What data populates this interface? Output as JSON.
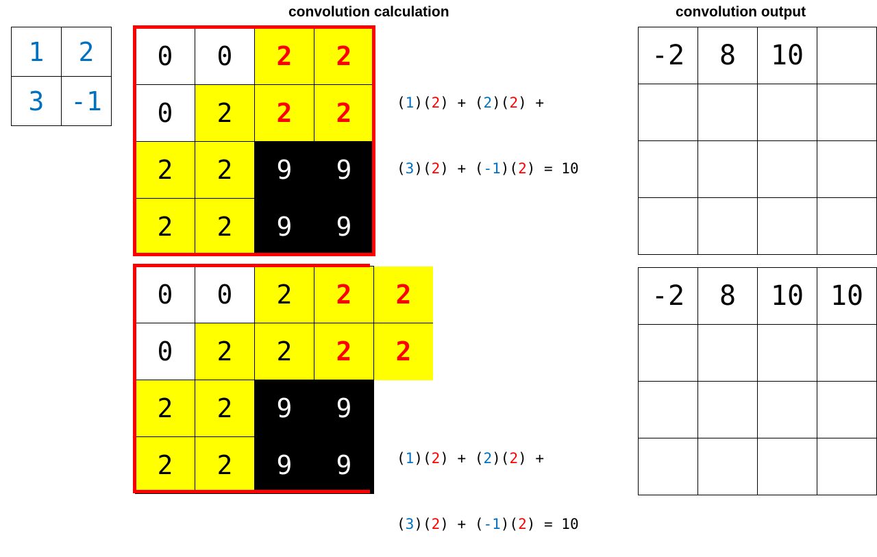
{
  "titles": {
    "calculation": "convolution calculation",
    "output": "convolution output"
  },
  "kernel": [
    [
      "1",
      "2"
    ],
    [
      "3",
      "-1"
    ]
  ],
  "input_top": [
    [
      "0",
      "0",
      "2",
      "2"
    ],
    [
      "0",
      "2",
      "2",
      "2"
    ],
    [
      "2",
      "2",
      "9",
      "9"
    ],
    [
      "2",
      "2",
      "9",
      "9"
    ]
  ],
  "input_bottom": [
    [
      "0",
      "0",
      "2",
      "2",
      "2"
    ],
    [
      "0",
      "2",
      "2",
      "2",
      "2"
    ],
    [
      "2",
      "2",
      "9",
      "9",
      ""
    ],
    [
      "2",
      "2",
      "9",
      "9",
      ""
    ]
  ],
  "formula_top": {
    "line1": [
      {
        "t": "(",
        "c": "k"
      },
      {
        "t": "1",
        "c": "b"
      },
      {
        "t": ")(",
        "c": "k"
      },
      {
        "t": "2",
        "c": "r"
      },
      {
        "t": ") + (",
        "c": "k"
      },
      {
        "t": "2",
        "c": "b"
      },
      {
        "t": ")(",
        "c": "k"
      },
      {
        "t": "2",
        "c": "r"
      },
      {
        "t": ") +",
        "c": "k"
      }
    ],
    "line2": [
      {
        "t": "(",
        "c": "k"
      },
      {
        "t": "3",
        "c": "b"
      },
      {
        "t": ")(",
        "c": "k"
      },
      {
        "t": "2",
        "c": "r"
      },
      {
        "t": ") + (",
        "c": "k"
      },
      {
        "t": "-1",
        "c": "b"
      },
      {
        "t": ")(",
        "c": "k"
      },
      {
        "t": "2",
        "c": "r"
      },
      {
        "t": ") = 10",
        "c": "k"
      }
    ]
  },
  "formula_bottom": {
    "line1": [
      {
        "t": "(",
        "c": "k"
      },
      {
        "t": "1",
        "c": "b"
      },
      {
        "t": ")(",
        "c": "k"
      },
      {
        "t": "2",
        "c": "r"
      },
      {
        "t": ") + (",
        "c": "k"
      },
      {
        "t": "2",
        "c": "b"
      },
      {
        "t": ")(",
        "c": "k"
      },
      {
        "t": "2",
        "c": "r"
      },
      {
        "t": ") +",
        "c": "k"
      }
    ],
    "line2": [
      {
        "t": "(",
        "c": "k"
      },
      {
        "t": "3",
        "c": "b"
      },
      {
        "t": ")(",
        "c": "k"
      },
      {
        "t": "2",
        "c": "r"
      },
      {
        "t": ") + (",
        "c": "k"
      },
      {
        "t": "-1",
        "c": "b"
      },
      {
        "t": ")(",
        "c": "k"
      },
      {
        "t": "2",
        "c": "r"
      },
      {
        "t": ") = 10",
        "c": "k"
      }
    ]
  },
  "output_top": [
    [
      "-2",
      "8",
      "10",
      ""
    ],
    [
      "",
      "",
      "",
      ""
    ],
    [
      "",
      "",
      "",
      ""
    ],
    [
      "",
      "",
      "",
      ""
    ]
  ],
  "output_bottom": [
    [
      "-2",
      "8",
      "10",
      "10"
    ],
    [
      "",
      "",
      "",
      ""
    ],
    [
      "",
      "",
      "",
      ""
    ],
    [
      "",
      "",
      "",
      ""
    ]
  ],
  "colors": {
    "kernel_blue": "#0070c0",
    "highlight_red": "#ff0000",
    "yellow": "#ffff00",
    "black": "#000000"
  }
}
